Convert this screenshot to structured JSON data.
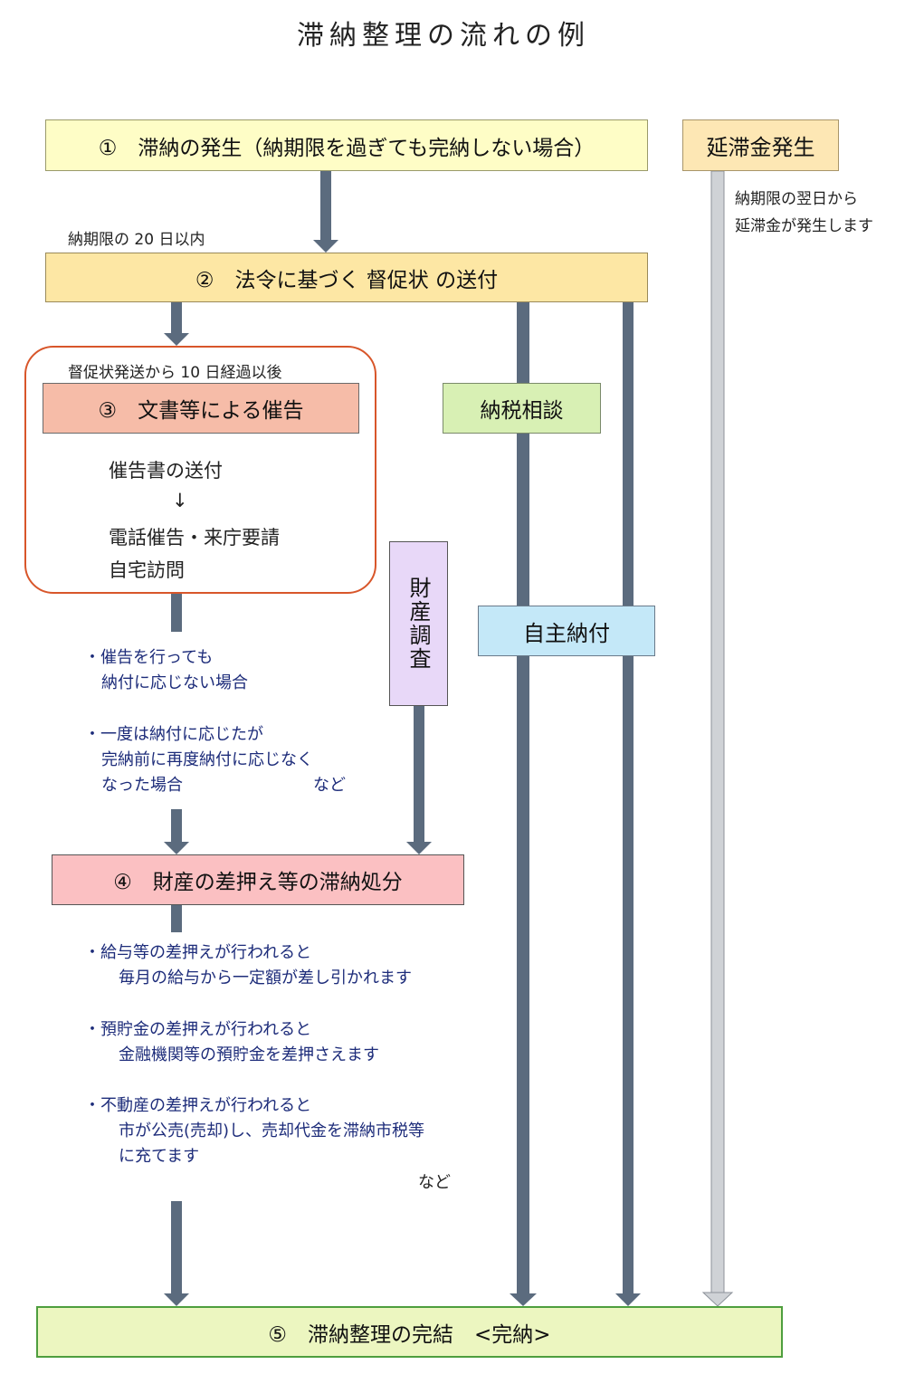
{
  "title": "滞納整理の流れの例",
  "steps": {
    "step1": "①　滞納の発生（納期限を過ぎても完納しない場合）",
    "step2": "②　法令に基づく 督促状 の送付",
    "step3": "③　文書等による催告",
    "step4": "④　財産の差押え等の滞納処分",
    "step5": "⑤　滞納整理の完結　<完納>"
  },
  "side_boxes": {
    "delay_fee": "延滞金発生",
    "consultation": "納税相談",
    "property_survey": "財産調査",
    "voluntary_payment": "自主納付"
  },
  "notes": {
    "delay_fee_line1": "納期限の翌日から",
    "delay_fee_line2": "延滞金が発生します",
    "within_20_days": "納期限の 20 日以内",
    "after_10_days": "督促状発送から 10 日経過以後"
  },
  "step3_details": {
    "line1": "催告書の送付",
    "arrow": "↓",
    "line2": "電話催告・来庁要請",
    "line3": "自宅訪問"
  },
  "conditions": {
    "c1_line1": "・催告を行っても",
    "c1_line2": "納付に応じない場合",
    "c2_line1": "・一度は納付に応じたが",
    "c2_line2": "完納前に再度納付に応じなく",
    "c2_line3": "なった場合",
    "etc": "など"
  },
  "seizure_examples": {
    "e1_line1": "・給与等の差押えが行われると",
    "e1_line2": "毎月の給与から一定額が差し引かれます",
    "e2_line1": "・預貯金の差押えが行われると",
    "e2_line2": "金融機関等の預貯金を差押さえます",
    "e3_line1": "・不動産の差押えが行われると",
    "e3_line2": "市が公売(売却)し、売却代金を滞納市税等",
    "e3_line3": "に充てます",
    "etc": "など"
  },
  "colors": {
    "arrow": "#5b6b7e",
    "delay_arrow": "#cfd2d6",
    "rounded_border": "#d8562a",
    "note_text": "#1d2c7a"
  }
}
